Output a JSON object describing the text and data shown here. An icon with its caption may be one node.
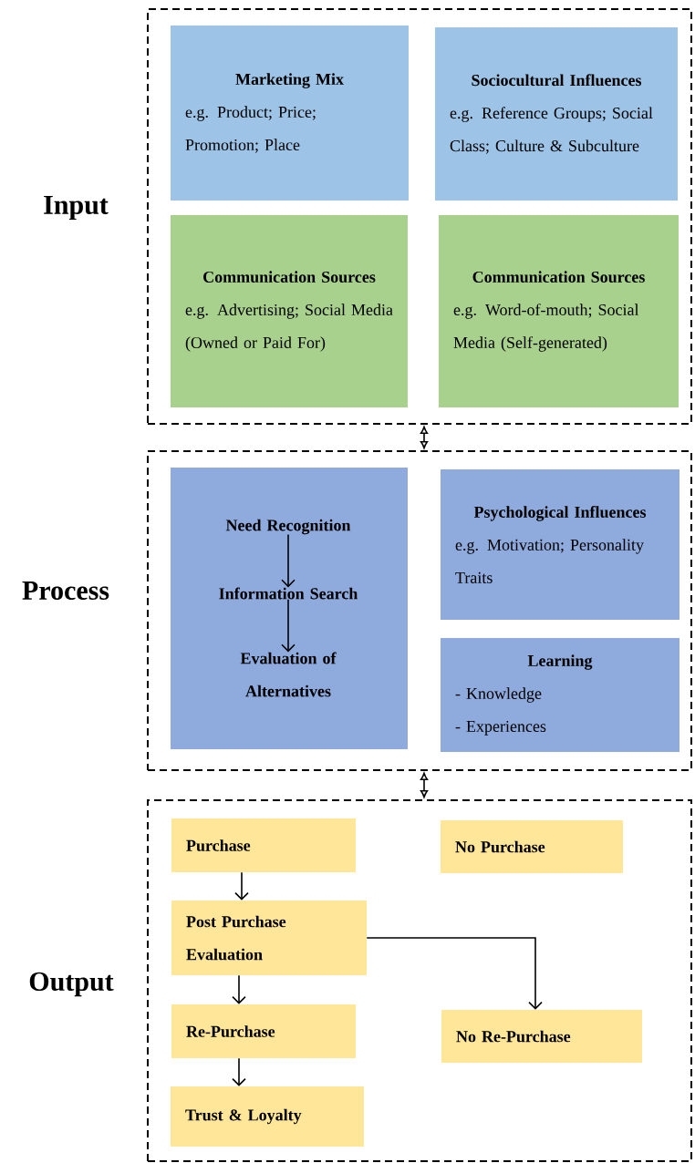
{
  "diagram": {
    "nodes": [
      {
        "text": [
          "Input"
        ]
      },
      {
        "text": [
          "Marketing Mix",
          "e.g. Product; Price; Promotion; Place"
        ],
        "in": 0
      },
      {
        "text": [
          "Sociocultural Influences",
          "e.g. Reference Groups; Social Class; Culture & Subculture"
        ],
        "in": 0
      },
      {
        "text": [
          "Communication Sources",
          "e.g. Advertising; Social Media (Owned or Paid For)"
        ],
        "in": 0
      },
      {
        "text": [
          "Communication Sources",
          "e.g. Word-of-mouth; Social Media (Self-generated)"
        ],
        "in": 0
      },
      {
        "text": [
          "Process"
        ]
      },
      {
        "text": [],
        "shape": "box",
        "in": 5
      },
      {
        "text": [
          "Need Recognition"
        ],
        "in": 6
      },
      {
        "text": [
          "Information Search"
        ],
        "in": 6
      },
      {
        "text": [
          "Evaluation of Alternatives"
        ],
        "in": 6
      },
      {
        "text": [
          "Psychological Influences",
          "e.g. Motivation; Personality Traits"
        ],
        "in": 5
      },
      {
        "text": [
          "Learning",
          "- Knowledge",
          "- Experiences"
        ],
        "in": 5
      },
      {
        "text": [
          "Output"
        ]
      },
      {
        "text": [
          "Purchase"
        ],
        "in": 12
      },
      {
        "text": [
          "No Purchase"
        ],
        "in": 12
      },
      {
        "text": [
          "Post Purchase Evaluation"
        ],
        "in": 12
      },
      {
        "text": [
          "Re-Purchase"
        ],
        "in": 12
      },
      {
        "text": [
          "No Re-Purchase"
        ],
        "in": 12
      },
      {
        "text": [
          "Trust & Loyalty"
        ],
        "in": 12
      }
    ],
    "edges": [
      {
        "from": 0,
        "to": 5,
        "arrow": "both"
      },
      {
        "from": 5,
        "to": 12,
        "arrow": "both"
      },
      {
        "from": 7,
        "to": 8,
        "arrow": "to"
      },
      {
        "from": 8,
        "to": 9,
        "arrow": "to"
      },
      {
        "from": 13,
        "to": 15,
        "arrow": "to"
      },
      {
        "from": 15,
        "to": 16,
        "arrow": "to"
      },
      {
        "from": 16,
        "to": 18,
        "arrow": "to"
      },
      {
        "from": 15,
        "to": 17,
        "arrow": "to"
      }
    ]
  }
}
